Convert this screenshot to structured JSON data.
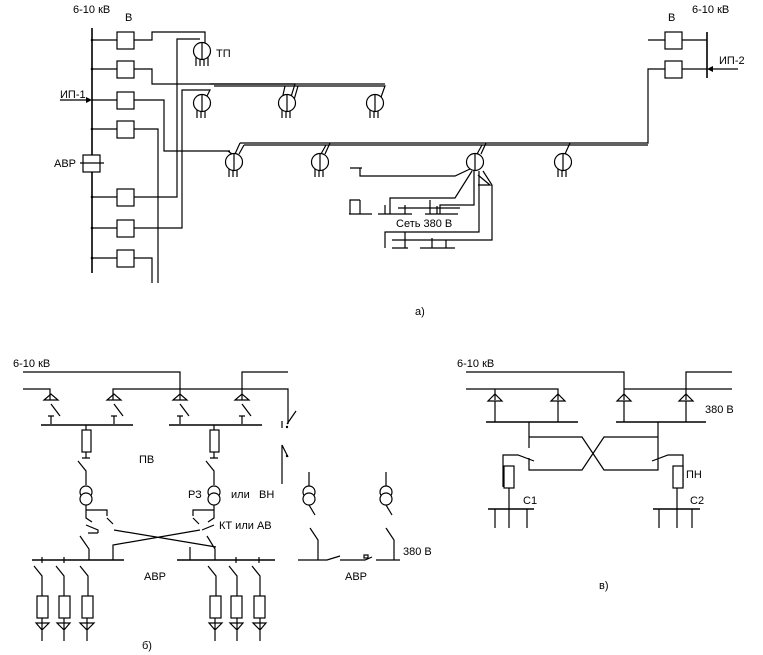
{
  "diagram_a": {
    "voltage_left": "6-10 кВ",
    "voltage_right": "6-10 кВ",
    "breaker_label_left": "В",
    "breaker_label_right": "В",
    "substation_label": "ТП",
    "source_1": "ИП-1",
    "source_2": "ИП-2",
    "ats_label": "АВР",
    "network_label": "Сеть 380  В",
    "caption": "а)"
  },
  "diagram_b": {
    "voltage": "6-10 кВ",
    "load_switch_label": "ПВ",
    "disconnector_label": "РЗ",
    "or_1": "или",
    "hv_label": "ВН",
    "contactor_label": "КТ или АВ",
    "low_voltage": "380 В",
    "ats_left": "АВР",
    "ats_right": "АВР",
    "caption": "б)"
  },
  "diagram_c": {
    "voltage": "6-10 кВ",
    "low_voltage": "380 В",
    "fuse_label": "ПН",
    "section_1": "С1",
    "section_2": "С2",
    "caption": "в)"
  }
}
